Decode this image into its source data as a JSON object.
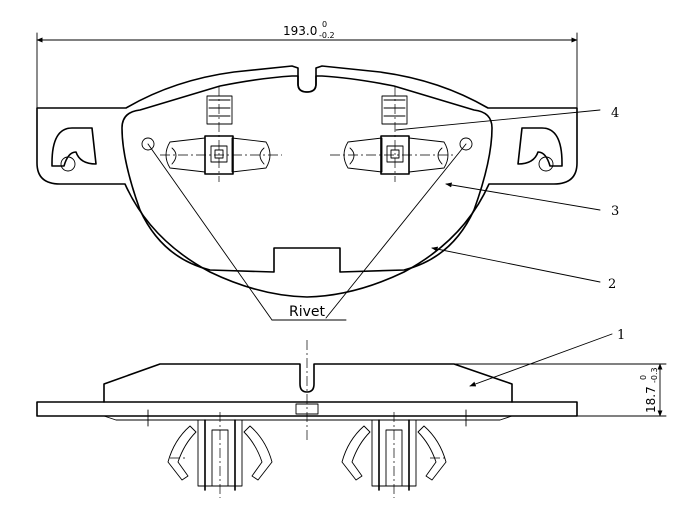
{
  "dimensions": {
    "width": {
      "value": "193.0",
      "upper": "0",
      "lower": "-0.2"
    },
    "thickness": {
      "value": "18.7",
      "upper": "0",
      "lower": "-0.3"
    }
  },
  "callouts": {
    "rivet": "Rivet",
    "c1": "1",
    "c2": "2",
    "c3": "3",
    "c4": "4"
  }
}
